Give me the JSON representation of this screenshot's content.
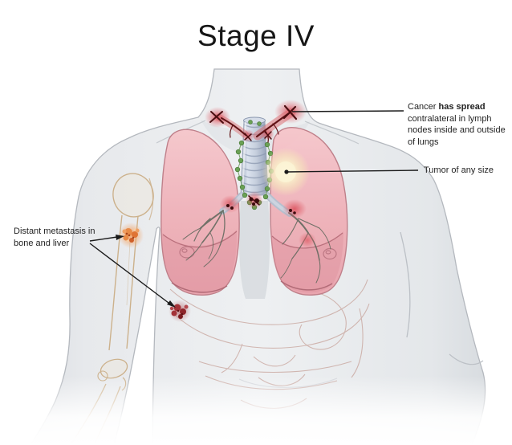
{
  "title": "Stage IV",
  "annotations": {
    "spread": {
      "prefix": "Cancer ",
      "bold": "has spread",
      "rest": " contralateral in lymph nodes inside and outside of lungs"
    },
    "tumor": {
      "label": "Tumor of any size"
    },
    "metastasis": {
      "label": "Distant metastasis in bone and liver"
    }
  },
  "colors": {
    "lung_pink": "#f0b4bb",
    "tumor_cream": "#fbf2d4",
    "lymph_green": "#6aa155",
    "spread_dark_red": "#611215",
    "bone_met_orange": "#e5803f",
    "liver_met_red": "#8e2429",
    "skin_gray": "#eaecee",
    "bone_outline_tan": "#c8a87c",
    "leader_line": "#1a1a1a"
  }
}
